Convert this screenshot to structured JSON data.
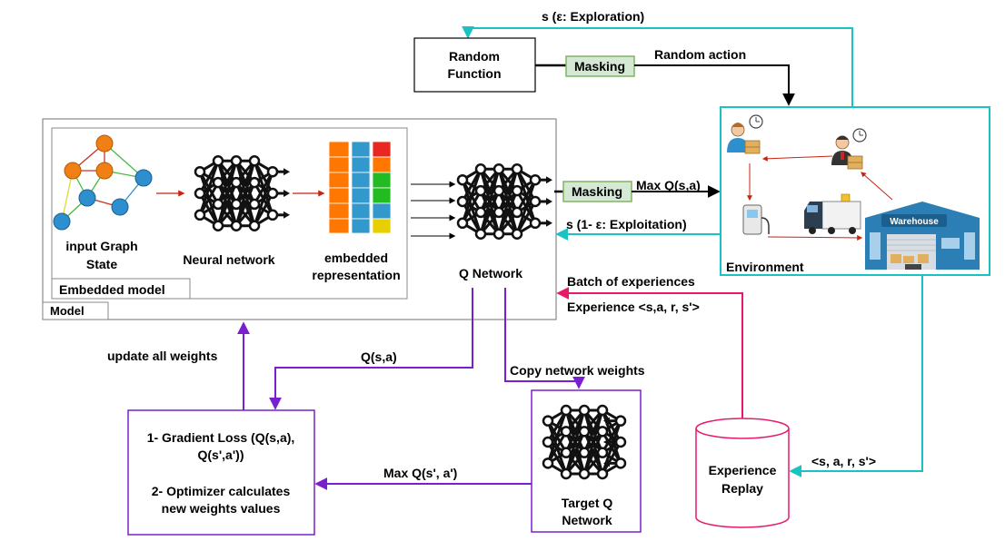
{
  "labels": {
    "exploration": "s (ε: Exploration)",
    "random_function_line1": "Random",
    "random_function_line2": "Function",
    "masking_top": "Masking",
    "random_action": "Random action",
    "masking_mid": "Masking",
    "max_q": "Max Q(s,a)",
    "exploitation": "s (1- ε: Exploitation)",
    "input_graph_line1": "input Graph",
    "input_graph_line2": "State",
    "neural_network": "Neural network",
    "embedded_line1": "embedded",
    "embedded_line2": "representation",
    "q_network": "Q Network",
    "embedded_model": "Embedded model",
    "model": "Model",
    "environment": "Environment",
    "warehouse": "Warehouse",
    "batch": "Batch of experiences",
    "experience": "Experience <s,a, r, s'>",
    "update_weights": "update all weights",
    "q_sa": "Q(s,a)",
    "copy_weights": "Copy network weights",
    "loss_line1": "1- Gradient Loss (Q(s,a),",
    "loss_line2": "Q(s',a'))",
    "loss_line3": "2- Optimizer calculates",
    "loss_line4": "new weights values",
    "max_q_next": "Max Q(s', a')",
    "target_line1": "Target Q",
    "target_line2": "Network",
    "replay_line1": "Experience",
    "replay_line2": "Replay",
    "tuple": "<s, a, r, s'>"
  },
  "colors": {
    "cyan": "#19c3c3",
    "purple": "#7a1fd0",
    "pink": "#e8196b",
    "masking_fill": "#d5e8d4",
    "masking_border": "#82b366",
    "graph_orange": "#f07f16",
    "graph_blue": "#2e8fcf",
    "emb_orange": "#ff7700",
    "emb_blue": "#3399cc",
    "emb_red": "#e8281e",
    "emb_green": "#22bb22",
    "emb_yellow": "#e8d000",
    "warehouse_body": "#2c7fb5",
    "arrow_red": "#cc2211"
  },
  "icons": [
    "person-icon",
    "box-icon",
    "clock-icon",
    "charger-icon",
    "truck-icon",
    "warehouse-icon",
    "neural-net-icon"
  ]
}
